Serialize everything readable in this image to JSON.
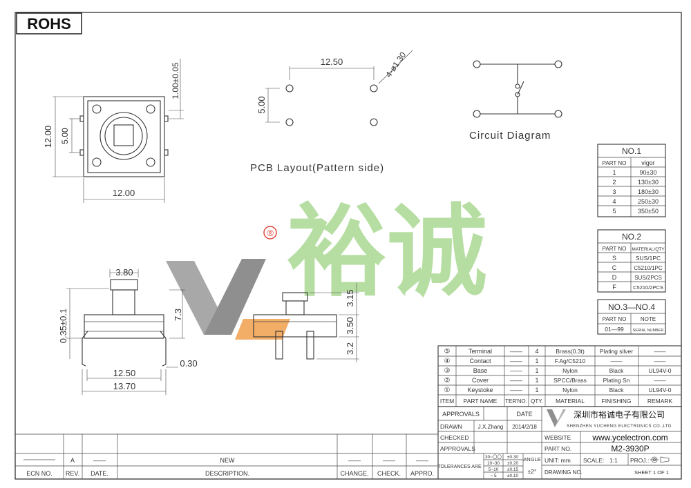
{
  "rohs_label": "ROHS",
  "views": {
    "front_view": {
      "width": "12.00",
      "height": "12.00",
      "inner": "5.00",
      "lead": "1.00±0.05"
    },
    "pcb_layout": {
      "pitch_x": "12.50",
      "pitch_y": "5.00",
      "holes": "4-ø1.30",
      "title": "PCB Layout(Pattern side)"
    },
    "circuit": {
      "title": "Circuit Diagram"
    },
    "side_view": {
      "dim_top": "3.80",
      "dim_height": "7.3",
      "dim_thick": "0.35±0.1",
      "dim_lead": "0.30",
      "dim_span1": "12.50",
      "dim_span2": "13.70"
    },
    "end_view": {
      "dim_a": "3.15",
      "dim_b": "3.50",
      "dim_c": "3.2"
    }
  },
  "watermark": {
    "chinese": "裕诚",
    "registered": "®"
  },
  "table_no1": {
    "title": "NO.1",
    "headers": [
      "PART NO",
      "vigor"
    ],
    "rows": [
      [
        "1",
        "90±30"
      ],
      [
        "2",
        "130±30"
      ],
      [
        "3",
        "180±30"
      ],
      [
        "4",
        "250±30"
      ],
      [
        "5",
        "350±50"
      ]
    ]
  },
  "table_no2": {
    "title": "NO.2",
    "headers": [
      "PART NO",
      "MATERIAL/QTY"
    ],
    "rows": [
      [
        "S",
        "SUS/1PC"
      ],
      [
        "C",
        "C5210/1PC"
      ],
      [
        "D",
        "SUS/2PCS"
      ],
      [
        "F",
        "C5210/2PCS"
      ]
    ]
  },
  "table_no3": {
    "title": "NO.3—NO.4",
    "headers": [
      "PART NO",
      "NOTE"
    ],
    "rows": [
      [
        "01—99",
        "SERIAL NUMBER"
      ]
    ]
  },
  "bom": {
    "rows": [
      [
        "⑤",
        "Terminal",
        "——",
        "4",
        "Brass(0.3t)",
        "Plating silver",
        "——"
      ],
      [
        "④",
        "Contact",
        "——",
        "1",
        "F.Ag/C5210",
        "——",
        "——"
      ],
      [
        "③",
        "Base",
        "——",
        "1",
        "Nylon",
        "Black",
        "UL94V-0"
      ],
      [
        "②",
        "Cover",
        "——",
        "1",
        "SPCC/Brass",
        "Plating Sn",
        "——"
      ],
      [
        "①",
        "Keystoke",
        "——",
        "1",
        "Nylon",
        "Black",
        "UL94V-0"
      ]
    ],
    "headers": [
      "ITEM",
      "PART NAME",
      "TER'NO.",
      "QTY.",
      "MATERIAL",
      "FINISHING",
      "REMARK"
    ]
  },
  "title_block": {
    "approvals_label": "APPROVALS",
    "date_label": "DATE",
    "drawn_label": "DRAWN",
    "drawn_by": "J.X.Zhang",
    "drawn_date": "2014/2/18",
    "checked_label": "CHECKED",
    "approvals2_label": "APPROVALS",
    "tolerances_label": "TOLERANCES ARE",
    "tol_rows": [
      [
        "30~〇〇",
        "±0.30"
      ],
      [
        "10~30",
        "±0.20"
      ],
      [
        "5~10",
        "±0.15"
      ],
      [
        "~ 5",
        "±0.10"
      ]
    ],
    "angle_label": "ANGLE",
    "angle_value": "±2°",
    "company_cn": "深圳市裕诚电子有限公司",
    "company_en": "SHENZHEN YUCHENG ELECTRONICS CO.,LTD",
    "website_label": "WEBSITE",
    "website": "www.ycelectron.com",
    "part_no_label": "PART NO.",
    "part_no": "M2-3930P",
    "unit_label": "UNIT: mm",
    "scale_label": "SCALE:",
    "scale_value": "1:1",
    "proj_label": "PROJ.:",
    "drawing_no_label": "DRAWING NO.",
    "sheet_label": "SHEET  1 OF 1"
  },
  "revision": {
    "row": [
      "",
      "A",
      "——",
      "NEW",
      "——",
      "——",
      "——"
    ],
    "headers": [
      "ECN NO.",
      "REV.",
      "DATE.",
      "DESCRIPTION.",
      "CHANGE.",
      "CHECK.",
      "APPRO."
    ]
  },
  "colors": {
    "green": "#7dc95b",
    "gray": "#9a9a9a",
    "orange": "#f0a65b",
    "red": "#e0463a"
  }
}
